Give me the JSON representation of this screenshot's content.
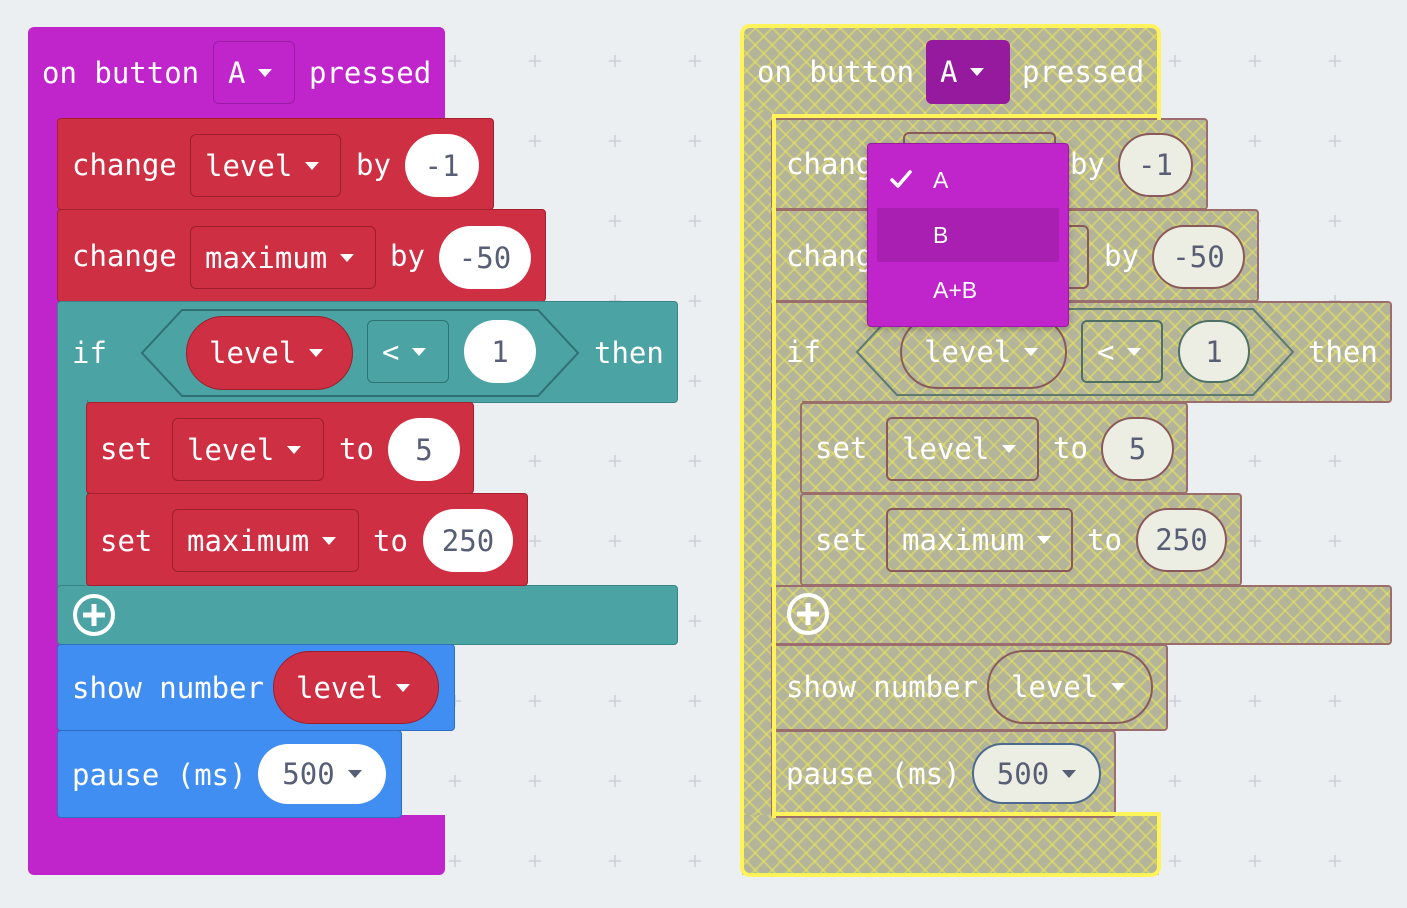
{
  "event_block": {
    "label_on": "on button",
    "button_value": "A",
    "label_pressed": "pressed"
  },
  "blocks": {
    "change_level": {
      "keyword": "change",
      "variable": "level",
      "by": "by",
      "value": "-1"
    },
    "change_maximum": {
      "keyword": "change",
      "variable": "maximum",
      "by": "by",
      "value": "-50"
    },
    "if_block": {
      "keyword": "if",
      "left": "level",
      "operator": "<",
      "right": "1",
      "then": "then"
    },
    "set_level": {
      "keyword": "set",
      "variable": "level",
      "to": "to",
      "value": "5"
    },
    "set_maximum": {
      "keyword": "set",
      "variable": "maximum",
      "to": "to",
      "value": "250"
    },
    "show_number": {
      "keyword": "show number",
      "variable": "level"
    },
    "pause": {
      "keyword": "pause (ms)",
      "value": "500"
    }
  },
  "ghost": {
    "label_on": "on button",
    "button_value": "A",
    "label_pressed": "pressed",
    "change_keyword": "chang",
    "change_level_by": "by",
    "change_level_value": "-1",
    "change_maximum_by": "by",
    "change_maximum_value": "-50",
    "if_keyword": "if",
    "if_left": "level",
    "if_operator": "<",
    "if_right": "1",
    "if_then": "then",
    "set_keyword": "set",
    "set_level_var": "level",
    "to": "to",
    "set_level_value": "5",
    "set_maximum_var": "maximum",
    "set_maximum_value": "250",
    "show_number": "show number",
    "show_var": "level",
    "pause": "pause (ms)",
    "pause_value": "500"
  },
  "dropdown": {
    "options": [
      "A",
      "B",
      "A+B"
    ],
    "selected": "A",
    "hovered": "B"
  },
  "colors": {
    "event": "#c025cc",
    "variables": "#cf2f43",
    "logic": "#4ba3a4",
    "basic": "#418ef2",
    "workspace": "#ebeff2",
    "highlight": "#fff35a"
  }
}
